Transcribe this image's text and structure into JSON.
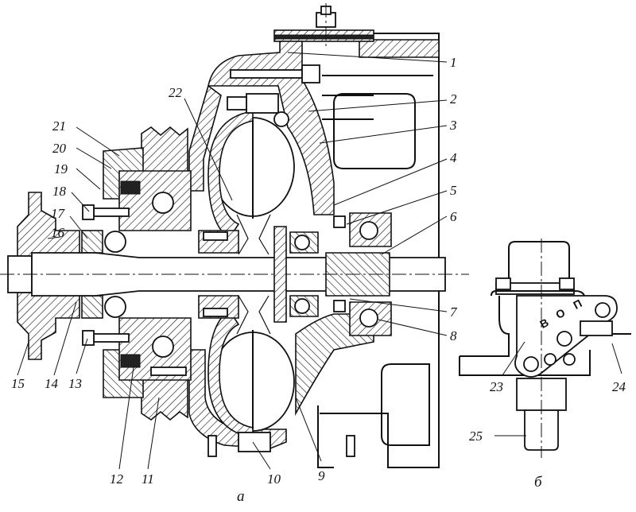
{
  "callouts": [
    "1",
    "2",
    "3",
    "4",
    "5",
    "6",
    "7",
    "8",
    "9",
    "10",
    "11",
    "12",
    "13",
    "14",
    "15",
    "16",
    "17",
    "18",
    "19",
    "20",
    "21",
    "22",
    "23",
    "24",
    "25"
  ],
  "captions": {
    "view_a": "а",
    "view_b": "б"
  },
  "plate_letters": [
    "В",
    "О",
    "П"
  ],
  "colors": {
    "ink": "#111111",
    "paper": "#ffffff"
  }
}
